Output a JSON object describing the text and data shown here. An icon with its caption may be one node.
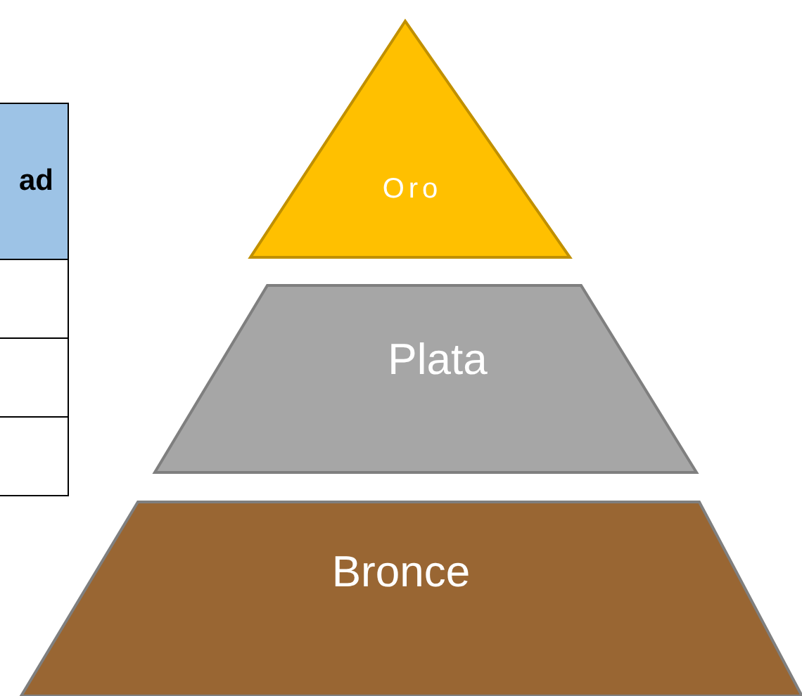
{
  "diagram": {
    "nodes": [
      {
        "text": [
          "Oro"
        ]
      },
      {
        "text": [
          "Plata"
        ]
      },
      {
        "text": [
          "Bronce"
        ]
      }
    ],
    "labels": [
      "ad"
    ]
  }
}
